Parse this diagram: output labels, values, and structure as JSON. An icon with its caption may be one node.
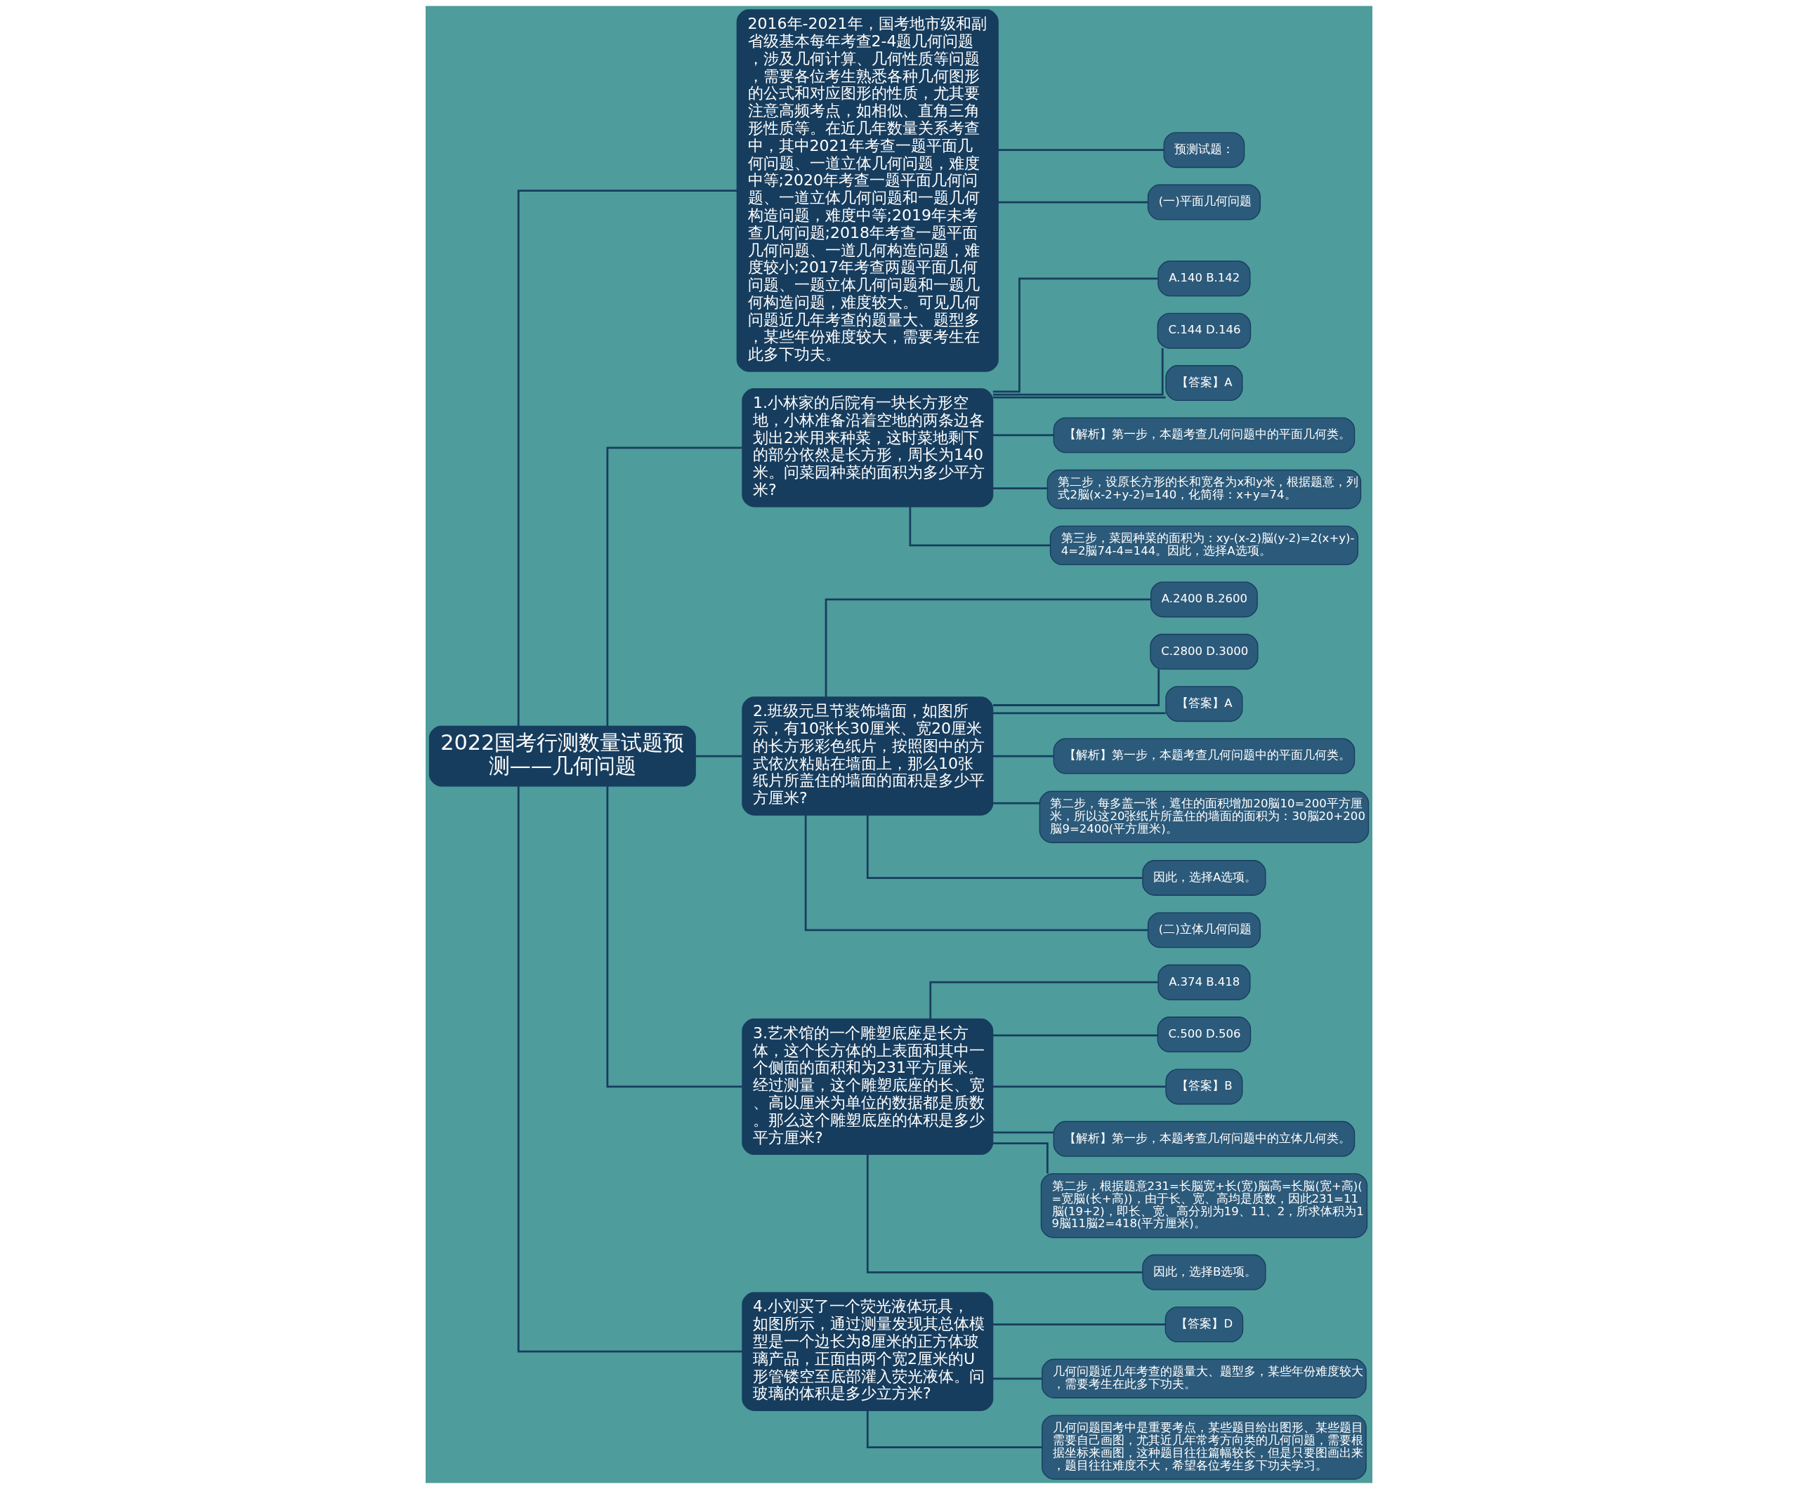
{
  "diagram": {
    "nodes": [
      {
        "text": [
          "2022国考行测数量试题预测——几何问题"
        ]
      },
      {
        "text": [
          "2016年-2021年，国考地市级和副省级基本每年考查2-4题几何问题，涉及几何计算、几何性质等问题，需要各位考生熟悉各种几何图形的公式和对应图形的性质，尤其要注意高频考点，如相似、直角三角形性质等。在近几年数量关系考查中，其中2021年考查一题平面几何问题、一道立体几何问题，难度中等;2020年考查一题平面几何问题、一道立体几何问题和一题几何构造问题，难度中等;2019年未考查几何问题;2018年考查一题平面几何问题、一道几何构造问题，难度较小;2017年考查两题平面几何问题、一题立体几何问题和一题几何构造问题，难度较大。可见几何问题近几年考查的题量大、题型多，某些年份难度较大，需要考生在此多下功夫。"
        ]
      },
      {
        "text": [
          "预测试题："
        ]
      },
      {
        "text": [
          "(一)平面几何问题"
        ]
      },
      {
        "text": [
          "1.小林家的后院有一块长方形空地，小林准备沿着空地的两条边各划出2米用来种菜，这时菜地剩下的部分依然是长方形，周长为140米。问菜园种菜的面积为多少平方米?"
        ]
      },
      {
        "text": [
          "A.140 B.142"
        ]
      },
      {
        "text": [
          "C.144 D.146"
        ]
      },
      {
        "text": [
          "【答案】A"
        ]
      },
      {
        "text": [
          "【解析】第一步，本题考查几何问题中的平面几何类。"
        ]
      },
      {
        "text": [
          "第二步，设原长方形的长和宽各为x和y米，根据题意，列式2脳(x-2+y-2)=140，化简得：x+y=74。"
        ]
      },
      {
        "text": [
          "第三步，菜园种菜的面积为：xy-(x-2)脳(y-2)=2(x+y)-4=2脳74-4=144。因此，选择A选项。"
        ]
      },
      {
        "text": [
          "2.班级元旦节装饰墙面，如图所示，有10张长30厘米、宽20厘米的长方形彩色纸片，按照图中的方式依次粘贴在墙面上，那么10张纸片所盖住的墙面的面积是多少平方厘米?"
        ]
      },
      {
        "text": [
          "A.2400 B.2600"
        ]
      },
      {
        "text": [
          "C.2800 D.3000"
        ]
      },
      {
        "text": [
          "【答案】A"
        ]
      },
      {
        "text": [
          "【解析】第一步，本题考查几何问题中的平面几何类。"
        ]
      },
      {
        "text": [
          "第二步，每多盖一张，遮住的面积增加20脳10=200平方厘米，所以这20张纸片所盖住的墙面的面积为：30脳20+200脳9=2400(平方厘米)。"
        ]
      },
      {
        "text": [
          "因此，选择A选项。"
        ]
      },
      {
        "text": [
          "(二)立体几何问题"
        ]
      },
      {
        "text": [
          "3.艺术馆的一个雕塑底座是长方体，这个长方体的上表面和其中一个侧面的面积和为231平方厘米。经过测量，这个雕塑底座的长、宽、高以厘米为单位的数据都是质数。那么这个雕塑底座的体积是多少平方厘米?"
        ]
      },
      {
        "text": [
          "A.374 B.418"
        ]
      },
      {
        "text": [
          "C.500 D.506"
        ]
      },
      {
        "text": [
          "【答案】B"
        ]
      },
      {
        "text": [
          "【解析】第一步，本题考查几何问题中的立体几何类。"
        ]
      },
      {
        "text": [
          "第二步，根据题意231=长脳宽+长(宽)脳高=长脳(宽+高)(=宽脳(长+高))，由于长、宽、高均是质数，因此231=11脳(19+2)，即长、宽、高分别为19、11、2，所求体积为19脳11脳2=418(平方厘米)。"
        ]
      },
      {
        "text": [
          "因此，选择B选项。"
        ]
      },
      {
        "text": [
          "4.小刘买了一个荧光液体玩具，如图所示，通过测量发现其总体模型是一个边长为8厘米的正方体玻璃产品，正面由两个宽2厘米的U形管镂空至底部灌入荧光液体。问玻璃的体积是多少立方米?"
        ]
      },
      {
        "text": [
          "【答案】D"
        ]
      },
      {
        "text": [
          "几何问题近几年考查的题量大、题型多，某些年份难度较大，需要考生在此多下功夫。"
        ]
      },
      {
        "text": [
          "几何问题国考中是重要考点，某些题目给出图形、某些题目需要自己画图，尤其近几年常考方向类的几何问题，需要根据坐标来画图，这种题目往往篇幅较长，但是只要图画出来，题目往往难度不大，希望各位考生多下功夫学习。"
        ]
      }
    ],
    "edges": [
      {
        "from": 0,
        "to": 1,
        "arrow": "none"
      },
      {
        "from": 1,
        "to": 2,
        "arrow": "none"
      },
      {
        "from": 1,
        "to": 3,
        "arrow": "none"
      },
      {
        "from": 0,
        "to": 4,
        "arrow": "none"
      },
      {
        "from": 4,
        "to": 5,
        "arrow": "none"
      },
      {
        "from": 4,
        "to": 6,
        "arrow": "none"
      },
      {
        "from": 4,
        "to": 7,
        "arrow": "none"
      },
      {
        "from": 4,
        "to": 8,
        "arrow": "none"
      },
      {
        "from": 4,
        "to": 9,
        "arrow": "none"
      },
      {
        "from": 4,
        "to": 10,
        "arrow": "none"
      },
      {
        "from": 0,
        "to": 11,
        "arrow": "none"
      },
      {
        "from": 11,
        "to": 12,
        "arrow": "none"
      },
      {
        "from": 11,
        "to": 13,
        "arrow": "none"
      },
      {
        "from": 11,
        "to": 14,
        "arrow": "none"
      },
      {
        "from": 11,
        "to": 15,
        "arrow": "none"
      },
      {
        "from": 11,
        "to": 16,
        "arrow": "none"
      },
      {
        "from": 11,
        "to": 17,
        "arrow": "none"
      },
      {
        "from": 11,
        "to": 18,
        "arrow": "none"
      },
      {
        "from": 0,
        "to": 19,
        "arrow": "none"
      },
      {
        "from": 19,
        "to": 20,
        "arrow": "none"
      },
      {
        "from": 19,
        "to": 21,
        "arrow": "none"
      },
      {
        "from": 19,
        "to": 22,
        "arrow": "none"
      },
      {
        "from": 19,
        "to": 23,
        "arrow": "none"
      },
      {
        "from": 19,
        "to": 24,
        "arrow": "none"
      },
      {
        "from": 19,
        "to": 25,
        "arrow": "none"
      },
      {
        "from": 0,
        "to": 26,
        "arrow": "none"
      },
      {
        "from": 26,
        "to": 27,
        "arrow": "none"
      },
      {
        "from": 26,
        "to": 28,
        "arrow": "none"
      },
      {
        "from": 26,
        "to": 29,
        "arrow": "none"
      }
    ]
  }
}
